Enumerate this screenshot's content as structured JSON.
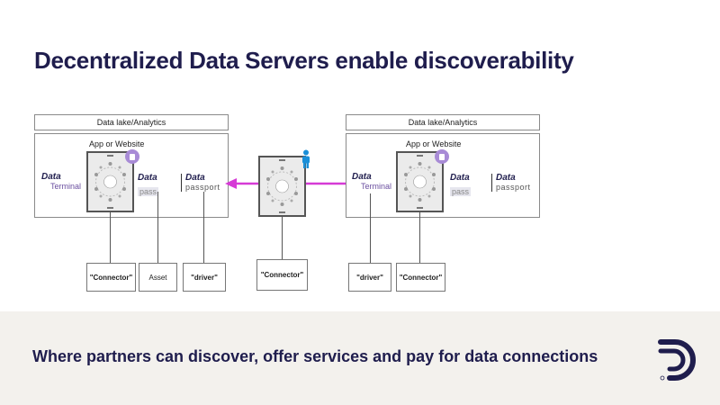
{
  "title": "Decentralized Data Servers enable discoverability",
  "footer": {
    "text": "Where partners can discover, offer services and pay for data connections"
  },
  "left_cluster": {
    "data_lake_label": "Data lake/Analytics",
    "app_label": "App or Website",
    "terminal": {
      "word1": "Data",
      "word2": "Terminal"
    },
    "pass": {
      "word1": "Data",
      "word2": "pass"
    },
    "passport": {
      "word1": "Data",
      "word2": "passport"
    },
    "connectors": [
      "\"Connector\"",
      "Asset",
      "\"driver\""
    ]
  },
  "middle": {
    "connector": "\"Connector\""
  },
  "right_cluster": {
    "data_lake_label": "Data lake/Analytics",
    "app_label": "App or Website",
    "terminal": {
      "word1": "Data",
      "word2": "Terminal"
    },
    "pass": {
      "word1": "Data",
      "word2": "pass"
    },
    "passport": {
      "word1": "Data",
      "word2": "passport"
    },
    "connectors": [
      "\"driver\"",
      "\"Connector\""
    ]
  },
  "colors": {
    "accent_magenta": "#d63ad6",
    "person_blue": "#1a8fd8",
    "navy": "#1f1d4d",
    "purple": "#6b4fa0"
  }
}
